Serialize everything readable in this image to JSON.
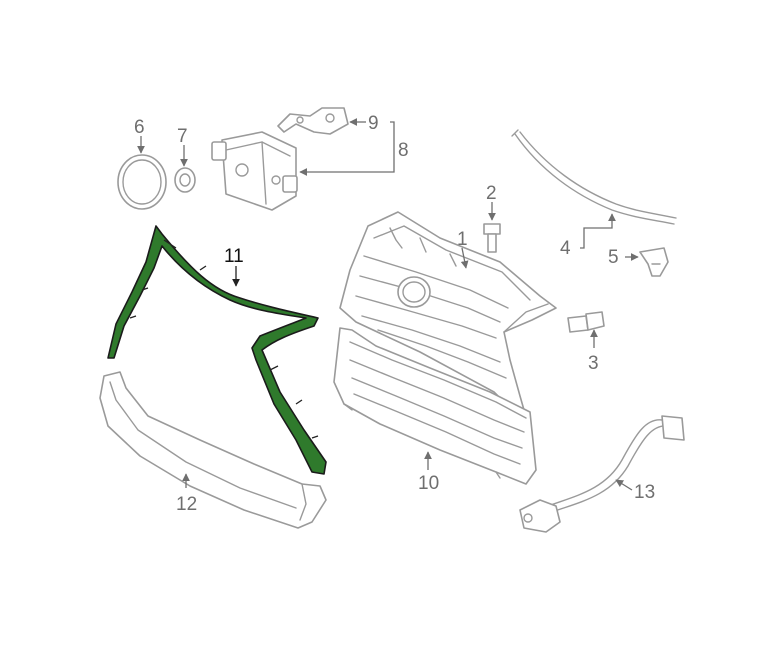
{
  "colors": {
    "line": "#9a9a9a",
    "callout": "#6f6f6f",
    "highlight_fill": "#2f7a2c",
    "highlight_outline": "#1b1b1b"
  },
  "callouts": {
    "c1": "1",
    "c2": "2",
    "c3": "3",
    "c4": "4",
    "c5": "5",
    "c6": "6",
    "c7": "7",
    "c8": "8",
    "c9": "9",
    "c10": "10",
    "c11": "11",
    "c12": "12",
    "c13": "13"
  },
  "highlighted_part": "11"
}
